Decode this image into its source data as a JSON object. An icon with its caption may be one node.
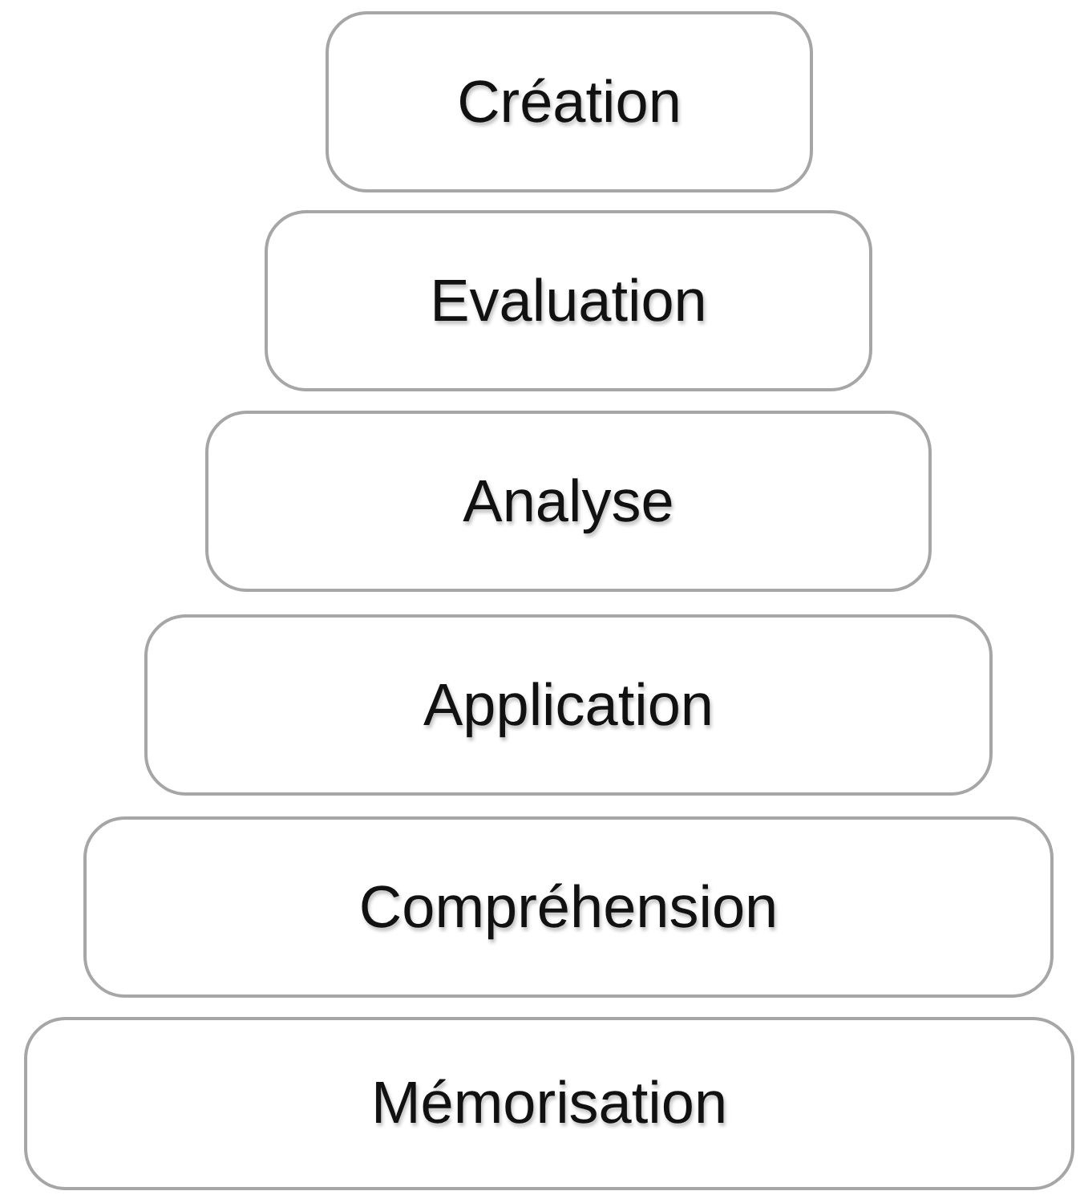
{
  "diagram": {
    "nodes": [
      {
        "text": [
          "Création"
        ]
      },
      {
        "text": [
          "Evaluation"
        ]
      },
      {
        "text": [
          "Analyse"
        ]
      },
      {
        "text": [
          "Application"
        ]
      },
      {
        "text": [
          "Compréhension"
        ]
      },
      {
        "text": [
          "Mémorisation"
        ]
      }
    ]
  }
}
